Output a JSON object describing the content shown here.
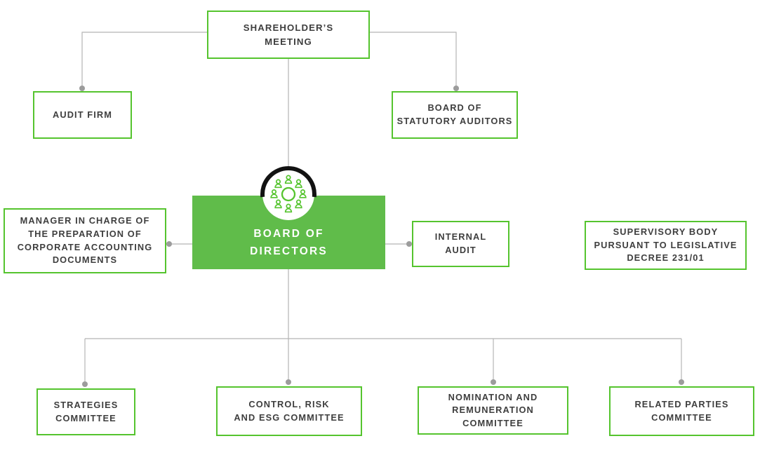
{
  "palette": {
    "green_fill": "#60bc4a",
    "green_border": "#55c42e",
    "icon_green": "#55c42e",
    "arc_black": "#121212",
    "text_dark": "#3e3e3e",
    "text_light": "#ffffff",
    "line_gray": "#b5b5b5",
    "dot_gray": "#9c9c9c"
  },
  "icons": {
    "board_members": "people-around-round-table-icon"
  },
  "nodes": {
    "shareholders_meeting": {
      "label": "SHAREHOLDER’S\nMEETING"
    },
    "audit_firm": {
      "label": "AUDIT FIRM"
    },
    "board_statutory_auditors": {
      "label": "BOARD OF\nSTATUTORY AUDITORS"
    },
    "board_of_directors": {
      "label": "BOARD OF\nDIRECTORS"
    },
    "manager_in_charge": {
      "label": "MANAGER IN CHARGE OF\nTHE PREPARATION OF\nCORPORATE ACCOUNTING\nDOCUMENTS"
    },
    "internal_audit": {
      "label": "INTERNAL\nAUDIT"
    },
    "supervisory_body": {
      "label": "SUPERVISORY BODY\nPURSUANT TO LEGISLATIVE\nDECREE 231/01"
    },
    "strategies_committee": {
      "label": "STRATEGIES\nCOMMITTEE"
    },
    "control_risk_esg_committee": {
      "label": "CONTROL, RISK\nAND ESG COMMITTEE"
    },
    "nomination_remuneration_committee": {
      "label": "NOMINATION AND\nREMUNERATION\nCOMMITTEE"
    },
    "related_parties_committee": {
      "label": "RELATED PARTIES\nCOMMITTEE"
    }
  }
}
